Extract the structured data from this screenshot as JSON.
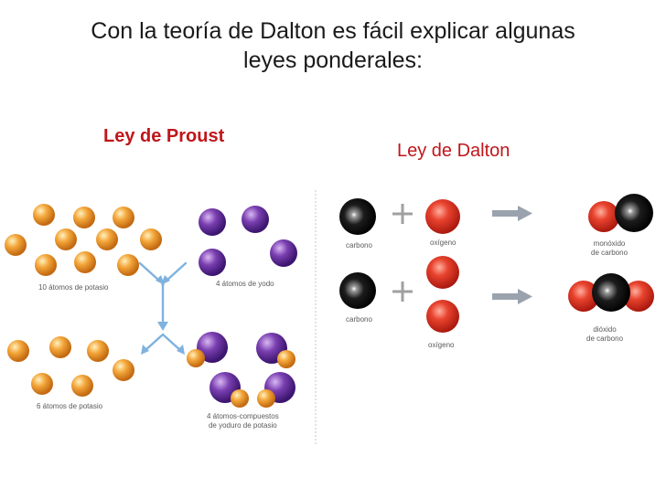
{
  "slide": {
    "title_line1": "Con la teoría de Dalton es fácil explicar algunas",
    "title_line2": "leyes ponderales:"
  },
  "proust": {
    "heading": "Ley de Proust",
    "cap_potasio10": "10 átomos de potasio",
    "cap_yodo4": "4 átomos de yodo",
    "cap_potasio6": "6 átomos de potasio",
    "cap_compuesto_l1": "4 átomos-compuestos",
    "cap_compuesto_l2": "de yoduro de potasio"
  },
  "dalton": {
    "heading": "Ley de Dalton",
    "cap_carbono1": "carbono",
    "cap_oxigeno1": "oxígeno",
    "cap_monoxido_l1": "monóxido",
    "cap_monoxido_l2": "de carbono",
    "cap_carbono2": "carbono",
    "cap_oxigeno2": "oxígeno",
    "cap_dioxido_l1": "dióxido",
    "cap_dioxido_l2": "de carbono"
  },
  "colors": {
    "title": "#c0161b",
    "potassium": "#f0a030",
    "iodine": "#7a3fb0",
    "carbon": "#111111",
    "oxygen": "#e23a28",
    "arrow": "#9aa3ad",
    "blue_arrow": "#7fb2de"
  }
}
